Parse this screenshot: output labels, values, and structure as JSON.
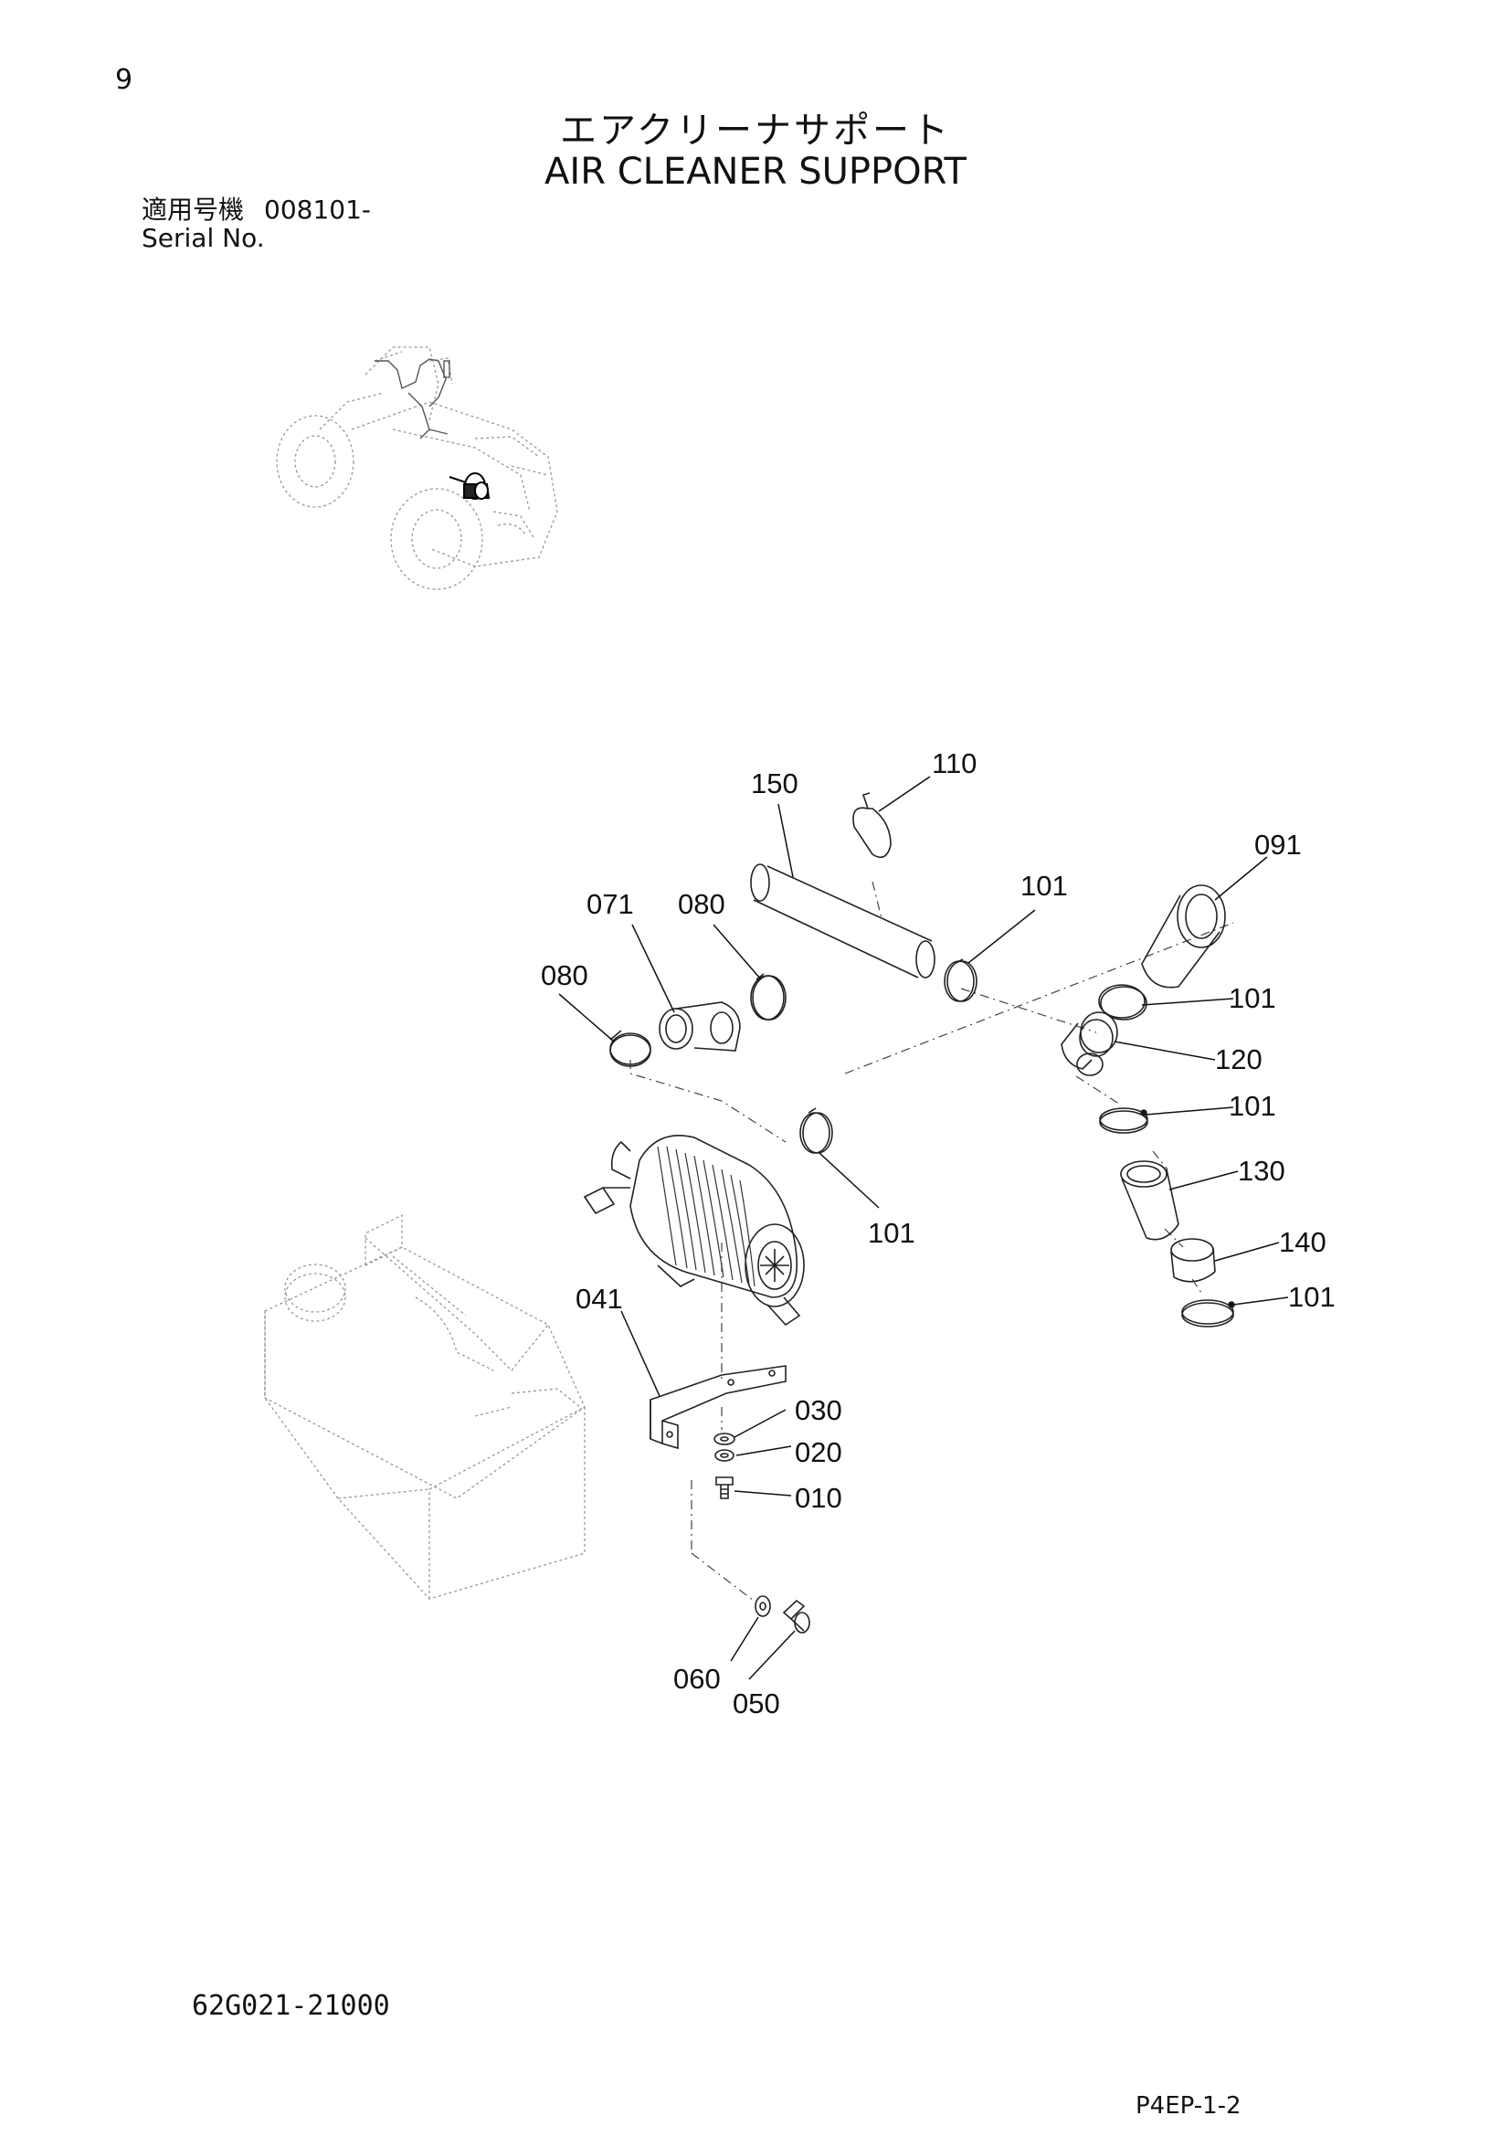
{
  "page_number": "9",
  "title_jp": "エアクリーナサポート",
  "title_en": "AIR CLEANER SUPPORT",
  "serial_label_jp": "適用号機",
  "serial_value": "008101-",
  "serial_label_en": "Serial No.",
  "drawing_code": "62G021-21000",
  "page_code": "P4EP-1-2",
  "callouts": {
    "c150": "150",
    "c110": "110",
    "c091": "091",
    "c071": "071",
    "c080a": "080",
    "c080b": "080",
    "c101a": "101",
    "c101b": "101",
    "c120": "120",
    "c101c": "101",
    "c130": "130",
    "c101d": "101",
    "c140": "140",
    "c101e": "101",
    "c041": "041",
    "c030": "030",
    "c020": "020",
    "c010": "010",
    "c060": "060",
    "c050": "050"
  }
}
